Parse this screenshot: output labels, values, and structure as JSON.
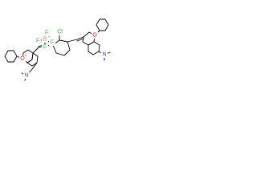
{
  "labels": {
    "tetrafluoroborate": {
      "fluorine": "F",
      "boron": "B",
      "charge": "−"
    },
    "chloro": "Cl",
    "oxygen_left": "O",
    "oxonium_charge": "+",
    "oxygen_right": "O",
    "nitrogen_left": "N",
    "nitrogen_right": "N"
  },
  "colors": {
    "bond": "#000000",
    "fluorine": "#33cc33",
    "boron": "#e87d7d",
    "chlorine": "#1fb01f",
    "oxygen": "#ff0000",
    "nitrogen": "#3050f8"
  }
}
